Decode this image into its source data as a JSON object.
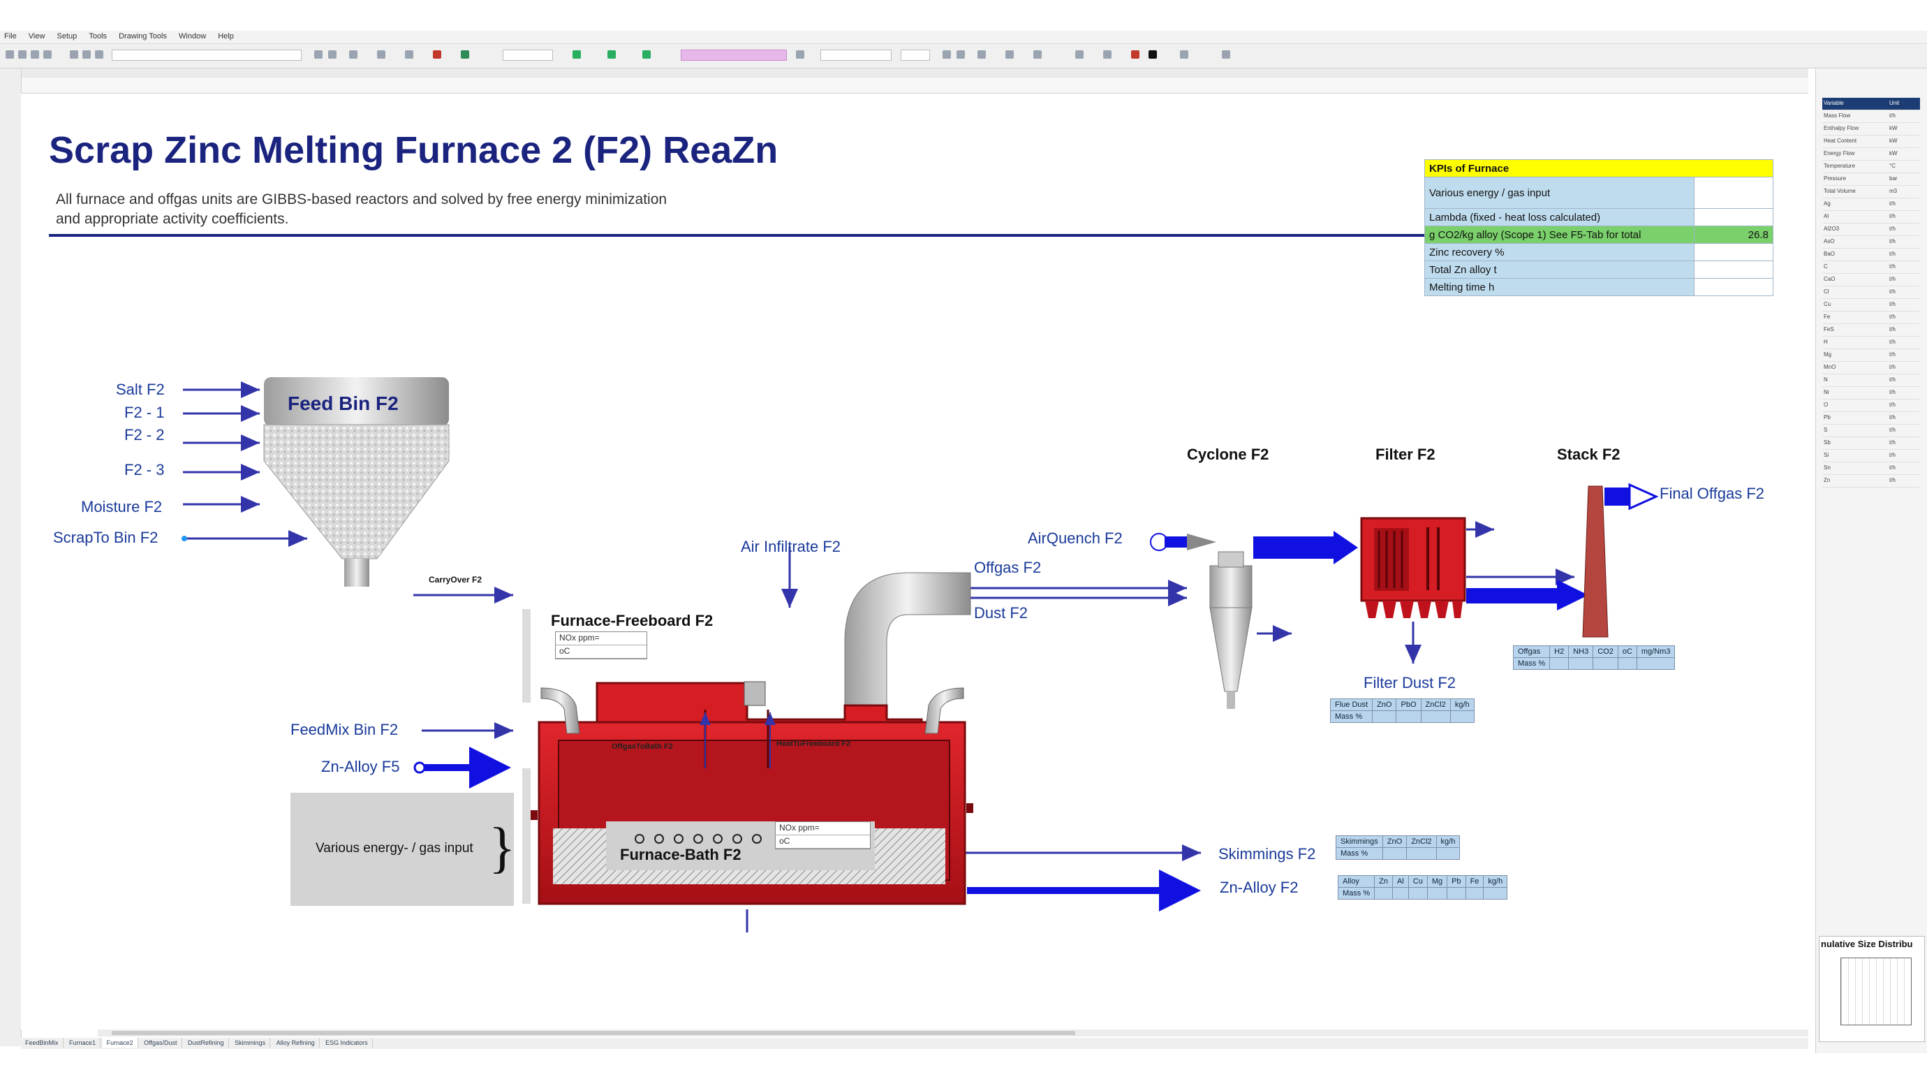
{
  "menu": [
    "File",
    "View",
    "Setup",
    "Tools",
    "Drawing Tools",
    "Window",
    "Help"
  ],
  "title": "Scrap Zinc Melting Furnace 2 (F2) ReaZn",
  "subtitle": "All furnace and offgas units are GIBBS-based reactors and solved by free energy minimization and appropriate activity coefficients.",
  "kpi": {
    "header": "KPIs of Furnace",
    "rows": [
      {
        "label": "Various energy / gas input",
        "value": ""
      },
      {
        "label": "Lambda (fixed - heat loss calculated)",
        "value": ""
      },
      {
        "label": "g CO2/kg alloy (Scope 1) See F5-Tab for total",
        "value": "26.8"
      },
      {
        "label": "Zinc recovery %",
        "value": ""
      },
      {
        "label": "Total Zn alloy t",
        "value": ""
      },
      {
        "label": "Melting time h",
        "value": ""
      }
    ]
  },
  "inputs": {
    "salt": "Salt F2",
    "f2_1": "F2 - 1",
    "f2_2": "F2 - 2",
    "f2_3": "F2 - 3",
    "moisture": "Moisture F2",
    "scrap": "ScrapTo Bin F2",
    "feedmix": "FeedMix Bin F2",
    "znalloy_in": "Zn-Alloy F5"
  },
  "feed_bin": "Feed Bin F2",
  "carryover": "CarryOver F2",
  "air_infiltrate": "Air Infiltrate F2",
  "air_quench": "AirQuench F2",
  "offgas": "Offgas F2",
  "dust": "Dust F2",
  "freeboard": "Furnace-Freeboard F2",
  "bath": "Furnace-Bath F2",
  "offgas_to_bath": "OffgasToBath F2",
  "heat_to_freeboard": "HeatToFreeboard F2",
  "nox": {
    "ppm": "NOx ppm=",
    "oc": "oC"
  },
  "energy_box": "Various energy- / gas input",
  "cyclone": "Cyclone F2",
  "filter": "Filter F2",
  "stack": "Stack F2",
  "final_offgas": "Final Offgas F2",
  "filter_dust": "Filter Dust F2",
  "skimmings": "Skimmings F2",
  "zn_alloy_out": "Zn-Alloy F2",
  "offgas_table": [
    "Offgas",
    "H2",
    "NH3",
    "CO2",
    "oC",
    "mg/Nm3"
  ],
  "offgas_mass": "Mass %",
  "flue_table": [
    "Flue Dust",
    "ZnO",
    "PbO",
    "ZnCl2",
    "kg/h"
  ],
  "flue_mass": "Mass %",
  "skim_table": [
    "Skimmings",
    "ZnO",
    "ZnCl2",
    "kg/h"
  ],
  "skim_mass": "Mass %",
  "alloy_table": [
    "Alloy",
    "Zn",
    "Al",
    "Cu",
    "Mg",
    "Pb",
    "Fe",
    "kg/h"
  ],
  "alloy_mass": "Mass %",
  "chart_panel_title": "nulative Size Distribu",
  "sheet_tabs": [
    "FeedBinMix",
    "Furnace1",
    "Furnace2",
    "Offgas/Dust",
    "DustRefining",
    "Skimmings",
    "Alloy Refining",
    "ESG Indicators"
  ],
  "variables": [
    {
      "name": "Variable",
      "unit": "Unit"
    },
    {
      "name": "Mass Flow",
      "unit": "t/h"
    },
    {
      "name": "Enthalpy Flow",
      "unit": "kW"
    },
    {
      "name": "Heat Content",
      "unit": "kW"
    },
    {
      "name": "Energy Flow",
      "unit": "kW"
    },
    {
      "name": "Temperature",
      "unit": "°C"
    },
    {
      "name": "Pressure",
      "unit": "bar"
    },
    {
      "name": "Total Volume",
      "unit": "m3"
    },
    {
      "name": "Ag",
      "unit": "t/h"
    },
    {
      "name": "Al",
      "unit": "t/h"
    },
    {
      "name": "Al2O3",
      "unit": "t/h"
    },
    {
      "name": "AsO",
      "unit": "t/h"
    },
    {
      "name": "BaO",
      "unit": "t/h"
    },
    {
      "name": "C",
      "unit": "t/h"
    },
    {
      "name": "CaO",
      "unit": "t/h"
    },
    {
      "name": "Cl",
      "unit": "t/h"
    },
    {
      "name": "Cu",
      "unit": "t/h"
    },
    {
      "name": "Fe",
      "unit": "t/h"
    },
    {
      "name": "FeS",
      "unit": "t/h"
    },
    {
      "name": "H",
      "unit": "t/h"
    },
    {
      "name": "Mg",
      "unit": "t/h"
    },
    {
      "name": "MnO",
      "unit": "t/h"
    },
    {
      "name": "N",
      "unit": "t/h"
    },
    {
      "name": "Ni",
      "unit": "t/h"
    },
    {
      "name": "O",
      "unit": "t/h"
    },
    {
      "name": "Pb",
      "unit": "t/h"
    },
    {
      "name": "S",
      "unit": "t/h"
    },
    {
      "name": "Sb",
      "unit": "t/h"
    },
    {
      "name": "Si",
      "unit": "t/h"
    },
    {
      "name": "Sn",
      "unit": "t/h"
    },
    {
      "name": "Zn",
      "unit": "t/h"
    }
  ],
  "colors": {
    "title": "#1a237e",
    "furnace": "#c0121c",
    "stream_blue": "#1010e0",
    "kpi_blue": "#bfdcee",
    "kpi_yellow": "#ffff00",
    "kpi_green": "#7ad06a"
  }
}
